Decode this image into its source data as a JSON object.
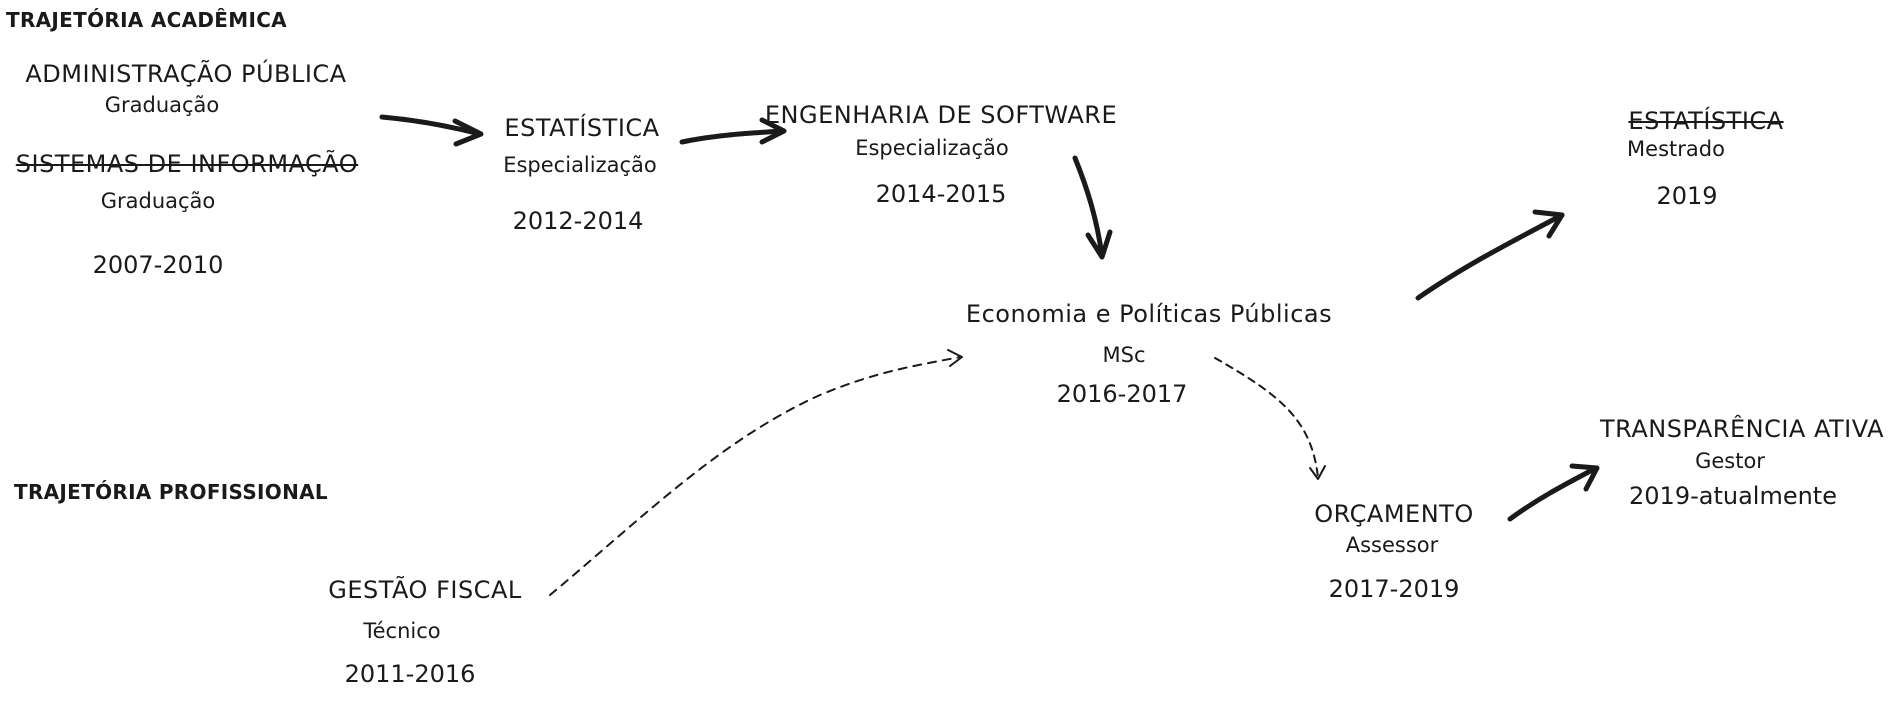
{
  "headings": {
    "academic": "TRAJETÓRIA ACADÊMICA",
    "professional": "TRAJETÓRIA PROFISSIONAL"
  },
  "academic": {
    "adm_publica": {
      "title": "ADMINISTRAÇÃO PÚBLICA",
      "level": "Graduação"
    },
    "sistemas_info": {
      "title": "SISTEMAS DE INFORMAÇÃO",
      "level": "Graduação",
      "crossed_out": true,
      "years": "2007-2010"
    },
    "estatistica_esp": {
      "title": "ESTATÍSTICA",
      "level": "Especialização",
      "years": "2012-2014"
    },
    "eng_software": {
      "title": "ENGENHARIA DE SOFTWARE",
      "level": "Especialização",
      "years": "2014-2015"
    },
    "economia": {
      "title": "Economia e Políticas Públicas",
      "level": "MSc",
      "years": "2016-2017"
    },
    "estatistica_mestrado": {
      "title": "ESTATÍSTICA",
      "level": "Mestrado",
      "years": "2019",
      "crossed_out": true
    }
  },
  "professional": {
    "gestao_fiscal": {
      "title": "GESTÃO FISCAL",
      "role": "Técnico",
      "years": "2011-2016"
    },
    "orcamento": {
      "title": "ORÇAMENTO",
      "role": "Assessor",
      "years": "2017-2019"
    },
    "transparencia": {
      "title": "TRANSPARÊNCIA ATIVA",
      "role": "Gestor",
      "years": "2019-atualmente"
    }
  },
  "colors": {
    "ink": "#1a1a1a",
    "background": "#ffffff"
  }
}
